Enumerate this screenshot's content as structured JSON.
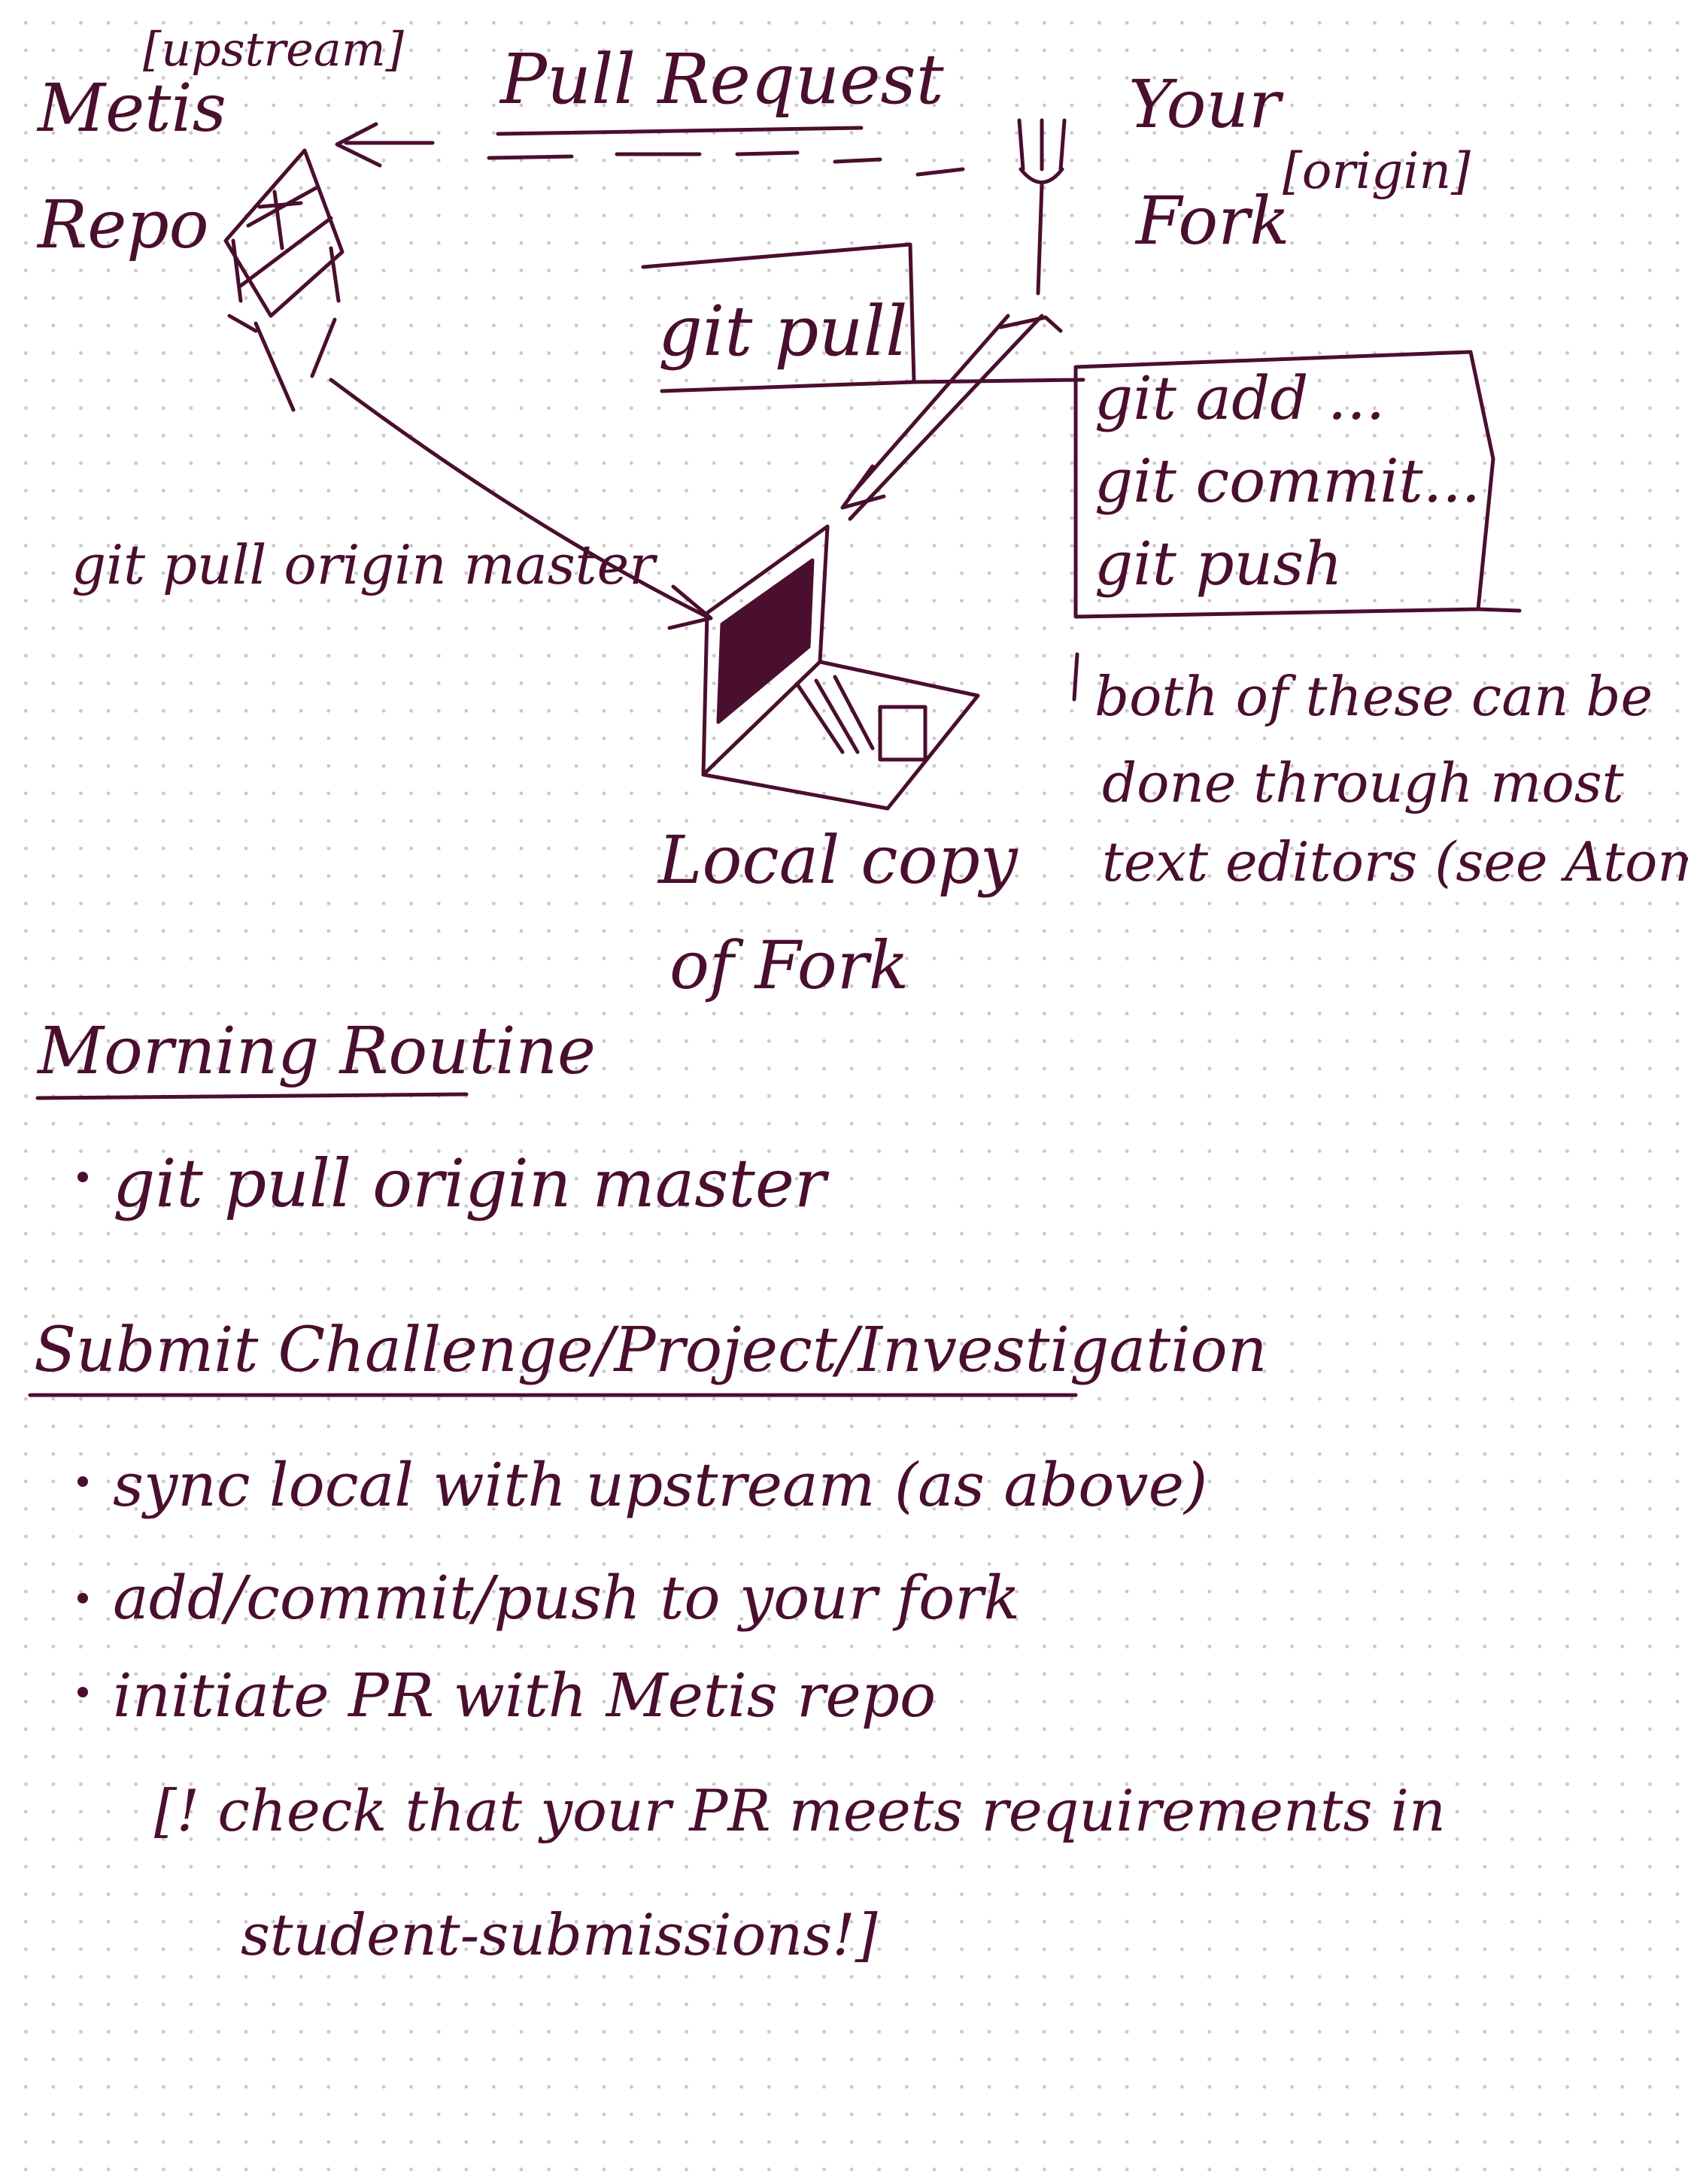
{
  "diagram": {
    "upstream_tag": "[upstream]",
    "metis_repo": [
      "Metis",
      "Repo"
    ],
    "pull_request": "Pull Request",
    "your_fork": [
      "Your",
      "Fork"
    ],
    "origin_tag": "[origin]",
    "git_pull_box": "git pull",
    "push_commands": [
      "git add ...",
      "git commit...",
      "git push"
    ],
    "editor_note": [
      "both of these can be",
      "done through most",
      "text editors (see Atom)"
    ],
    "sync_label": "git pull origin master",
    "local_copy": [
      "Local copy",
      "of Fork"
    ]
  },
  "morning": {
    "heading": "Morning Routine",
    "items": [
      "git pull origin master"
    ]
  },
  "submit": {
    "heading": "Submit Challenge/Project/Investigation",
    "items": [
      "sync local with upstream (as above)",
      "add/commit/push to your fork",
      "initiate PR with Metis repo"
    ],
    "note": [
      "[! check that your PR meets requirements in",
      "student-submissions!]"
    ]
  }
}
